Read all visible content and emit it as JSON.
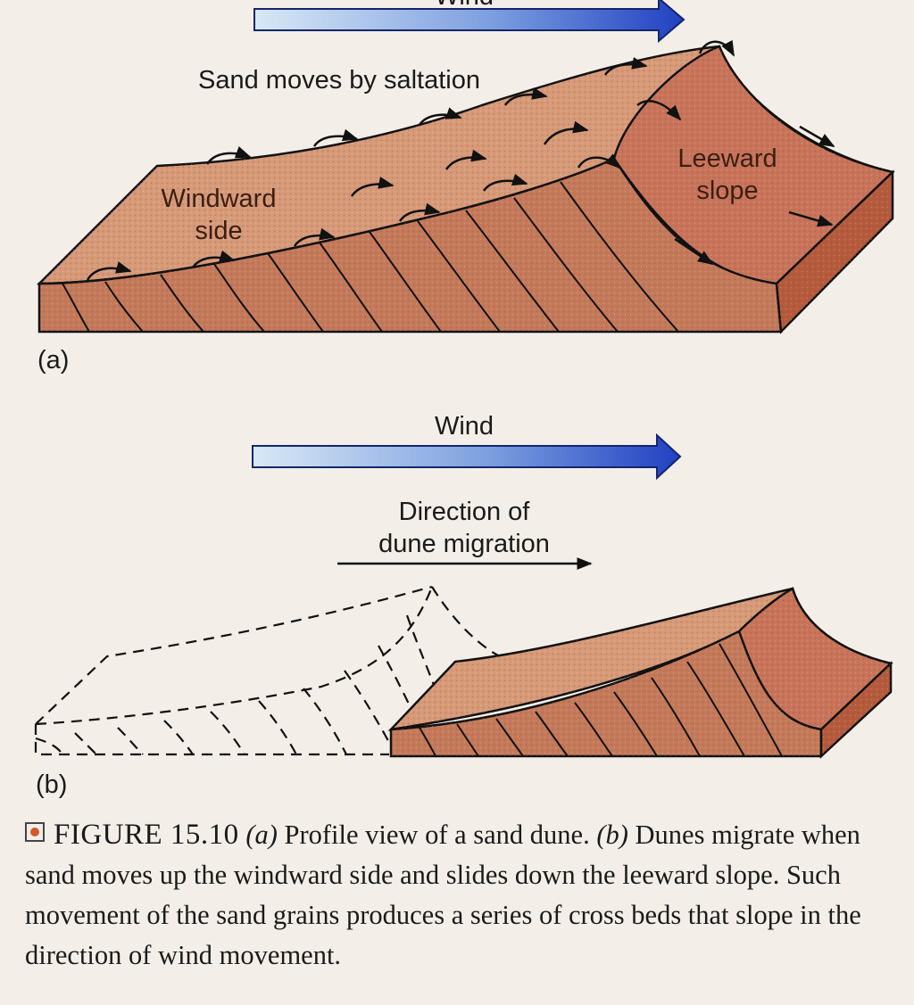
{
  "panel_a": {
    "letter": "(a)",
    "wind_label": "Wind",
    "saltation_label": "Sand moves by saltation",
    "windward_label": [
      "Windward",
      "side"
    ],
    "leeward_label": [
      "Leeward",
      "slope"
    ]
  },
  "panel_b": {
    "letter": "(b)",
    "wind_label": "Wind",
    "migration_label": [
      "Direction of",
      "dune migration"
    ]
  },
  "caption": {
    "figure": "FIGURE 15.10",
    "a_mark": "(a)",
    "a_text": "Profile view of a sand dune.",
    "b_mark": "(b)",
    "b_text": "Dunes migrate when sand moves up the windward side and slides down the leeward slope. Such movement of the sand grains produces a series of cross beds that slope in the direction of wind movement."
  },
  "colors": {
    "sand_top": "#d99a7a",
    "sand_front": "#c97a58",
    "sand_side": "#b4593c",
    "wind_arrow_start": "#cfe3f4",
    "wind_arrow_end": "#2544c4",
    "caption_bullet": "#d4572c"
  }
}
